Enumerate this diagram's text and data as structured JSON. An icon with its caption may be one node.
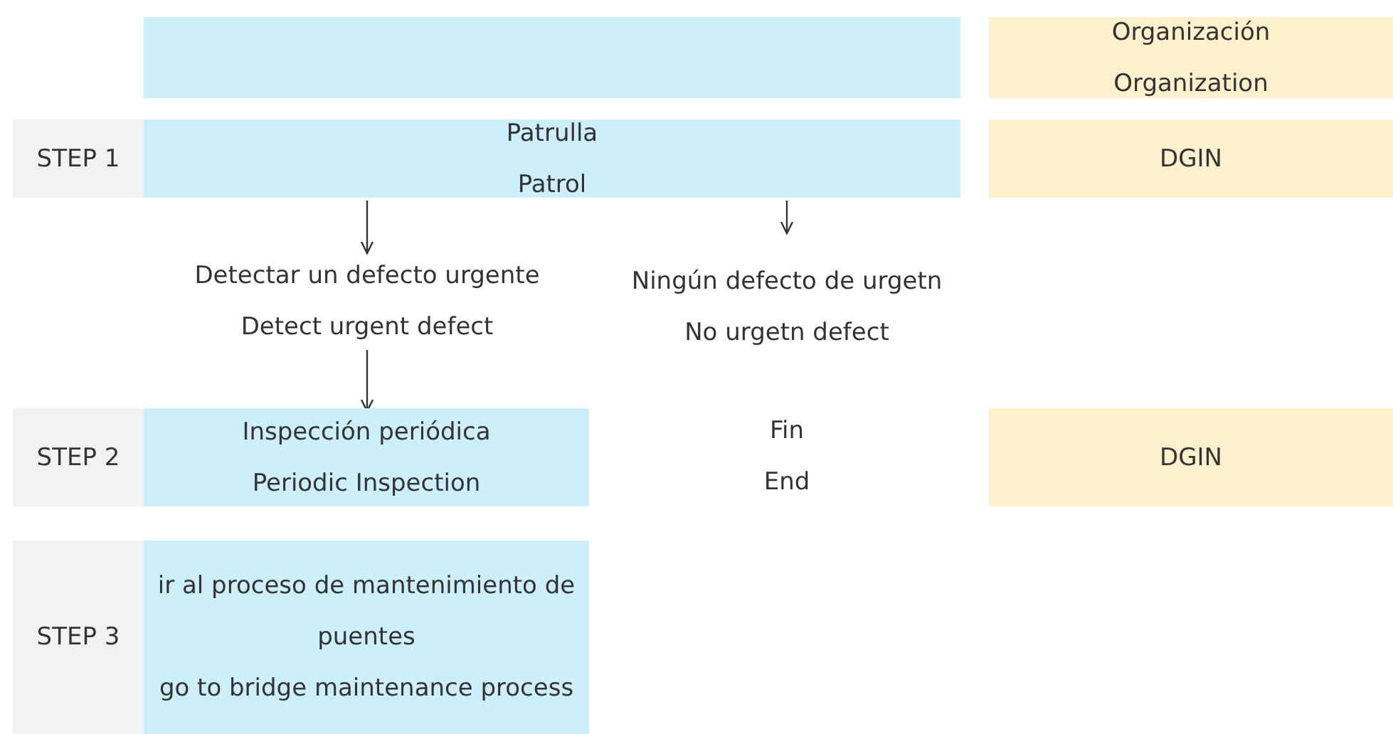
{
  "diagram": {
    "nodes": [
      {
        "text": [],
        "shape": "bar"
      },
      {
        "text": [
          "Organización",
          "Organization"
        ]
      },
      {
        "text": [
          "STEP 1"
        ]
      },
      {
        "text": [
          "Patrulla",
          "Patrol"
        ]
      },
      {
        "text": [
          "DGIN"
        ]
      },
      {
        "text": [
          "Detectar un defecto urgente",
          "Detect urgent defect"
        ]
      },
      {
        "text": [
          "Ningún defecto de urgetn",
          "No urgetn defect"
        ]
      },
      {
        "text": [
          "STEP 2"
        ]
      },
      {
        "text": [
          "Inspección periódica",
          "Periodic Inspection"
        ]
      },
      {
        "text": [
          "DGIN"
        ]
      },
      {
        "text": [
          "STEP 3"
        ]
      },
      {
        "text": [
          "ir al proceso de mantenimiento de puentes",
          "go to bridge maintenance process"
        ]
      }
    ],
    "edges": [
      {
        "from": 3,
        "to": 5,
        "arrow": "to"
      },
      {
        "from": 3,
        "to": 6,
        "arrow": "to"
      },
      {
        "from": 5,
        "to": 8,
        "arrow": "to"
      }
    ],
    "labels": [
      "Fin",
      "End"
    ]
  }
}
